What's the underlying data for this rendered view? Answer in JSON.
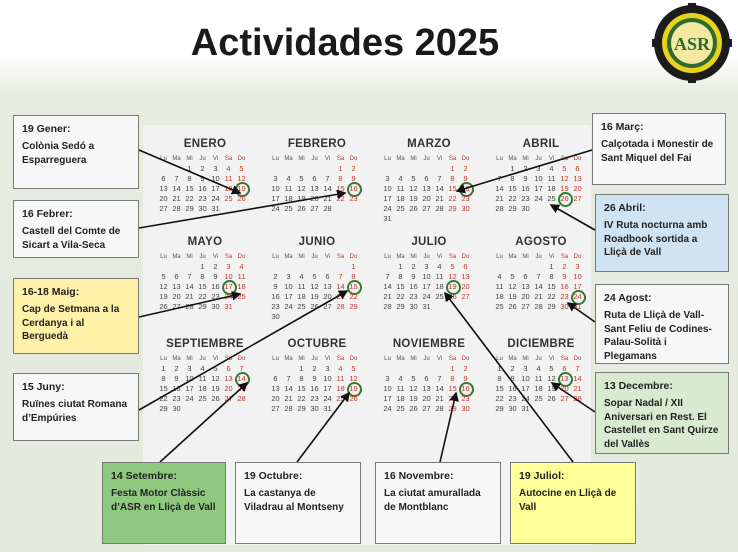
{
  "title": "Actividades 2025",
  "logo_text": "ASR",
  "weekday_headers": [
    "Lu",
    "Ma",
    "Mi",
    "Ju",
    "Vi",
    "Sa",
    "Do"
  ],
  "months": [
    {
      "name": "ENERO",
      "offset": 2,
      "days": 31,
      "ring": 19
    },
    {
      "name": "FEBRERO",
      "offset": 5,
      "days": 28,
      "ring": 16
    },
    {
      "name": "MARZO",
      "offset": 5,
      "days": 31,
      "ring": 16
    },
    {
      "name": "ABRIL",
      "offset": 1,
      "days": 30,
      "ring": 26
    },
    {
      "name": "MAYO",
      "offset": 3,
      "days": 31,
      "ring": 17
    },
    {
      "name": "JUNIO",
      "offset": 6,
      "days": 30,
      "ring": 15
    },
    {
      "name": "JULIO",
      "offset": 1,
      "days": 31,
      "ring": 19
    },
    {
      "name": "AGOSTO",
      "offset": 4,
      "days": 31,
      "ring": 24
    },
    {
      "name": "SEPTIEMBRE",
      "offset": 0,
      "days": 30,
      "ring": 14
    },
    {
      "name": "OCTUBRE",
      "offset": 2,
      "days": 31,
      "ring": 19
    },
    {
      "name": "NOVIEMBRE",
      "offset": 5,
      "days": 30,
      "ring": 16
    },
    {
      "name": "DICIEMBRE",
      "offset": 0,
      "days": 31,
      "ring": 13
    }
  ],
  "events": [
    {
      "date": "19 Gener:",
      "text": "Colònia Sedó a Esparreguera",
      "color": "white"
    },
    {
      "date": "16 Febrer:",
      "text": "Castell del Comte de Sicart a Vila-Seca",
      "color": "white"
    },
    {
      "date": "16-18 Maig:",
      "text": "Cap de Setmana a la Cerdanya i al Berguedà",
      "color": "yellow"
    },
    {
      "date": "15 Juny:",
      "text": "Ruïnes ciutat Romana d’Empúries",
      "color": "white"
    },
    {
      "date": "14 Setembre:",
      "text": "Festa Motor Clàssic d’ASR en Lliçà de Vall",
      "color": "green"
    },
    {
      "date": "19 Octubre:",
      "text": "La castanya de Viladrau al Montseny",
      "color": "white"
    },
    {
      "date": "16 Novembre:",
      "text": "La ciutat amurallada de Montblanc",
      "color": "white"
    },
    {
      "date": "19 Juliol:",
      "text": "Autocine en Lliçà de Vall",
      "color": "yellow"
    },
    {
      "date": "16 Març:",
      "text": "Calçotada i Monestir de Sant Miquel del Fai",
      "color": "white"
    },
    {
      "date": "26 Abril:",
      "text": "IV Ruta nocturna amb Roadbook sortida a  Lliçà de Vall",
      "color": "blue"
    },
    {
      "date": "24 Agost:",
      "text": "Ruta de Lliçà de Vall-Sant Feliu de Codines-Palau-Solità i Plegamans",
      "color": "white"
    },
    {
      "date": "13 Decembre:",
      "text": "Sopar Nadal / XII Aniversari en Rest. El Castellet en Sant Quirze del Vallès",
      "color": "green"
    }
  ]
}
